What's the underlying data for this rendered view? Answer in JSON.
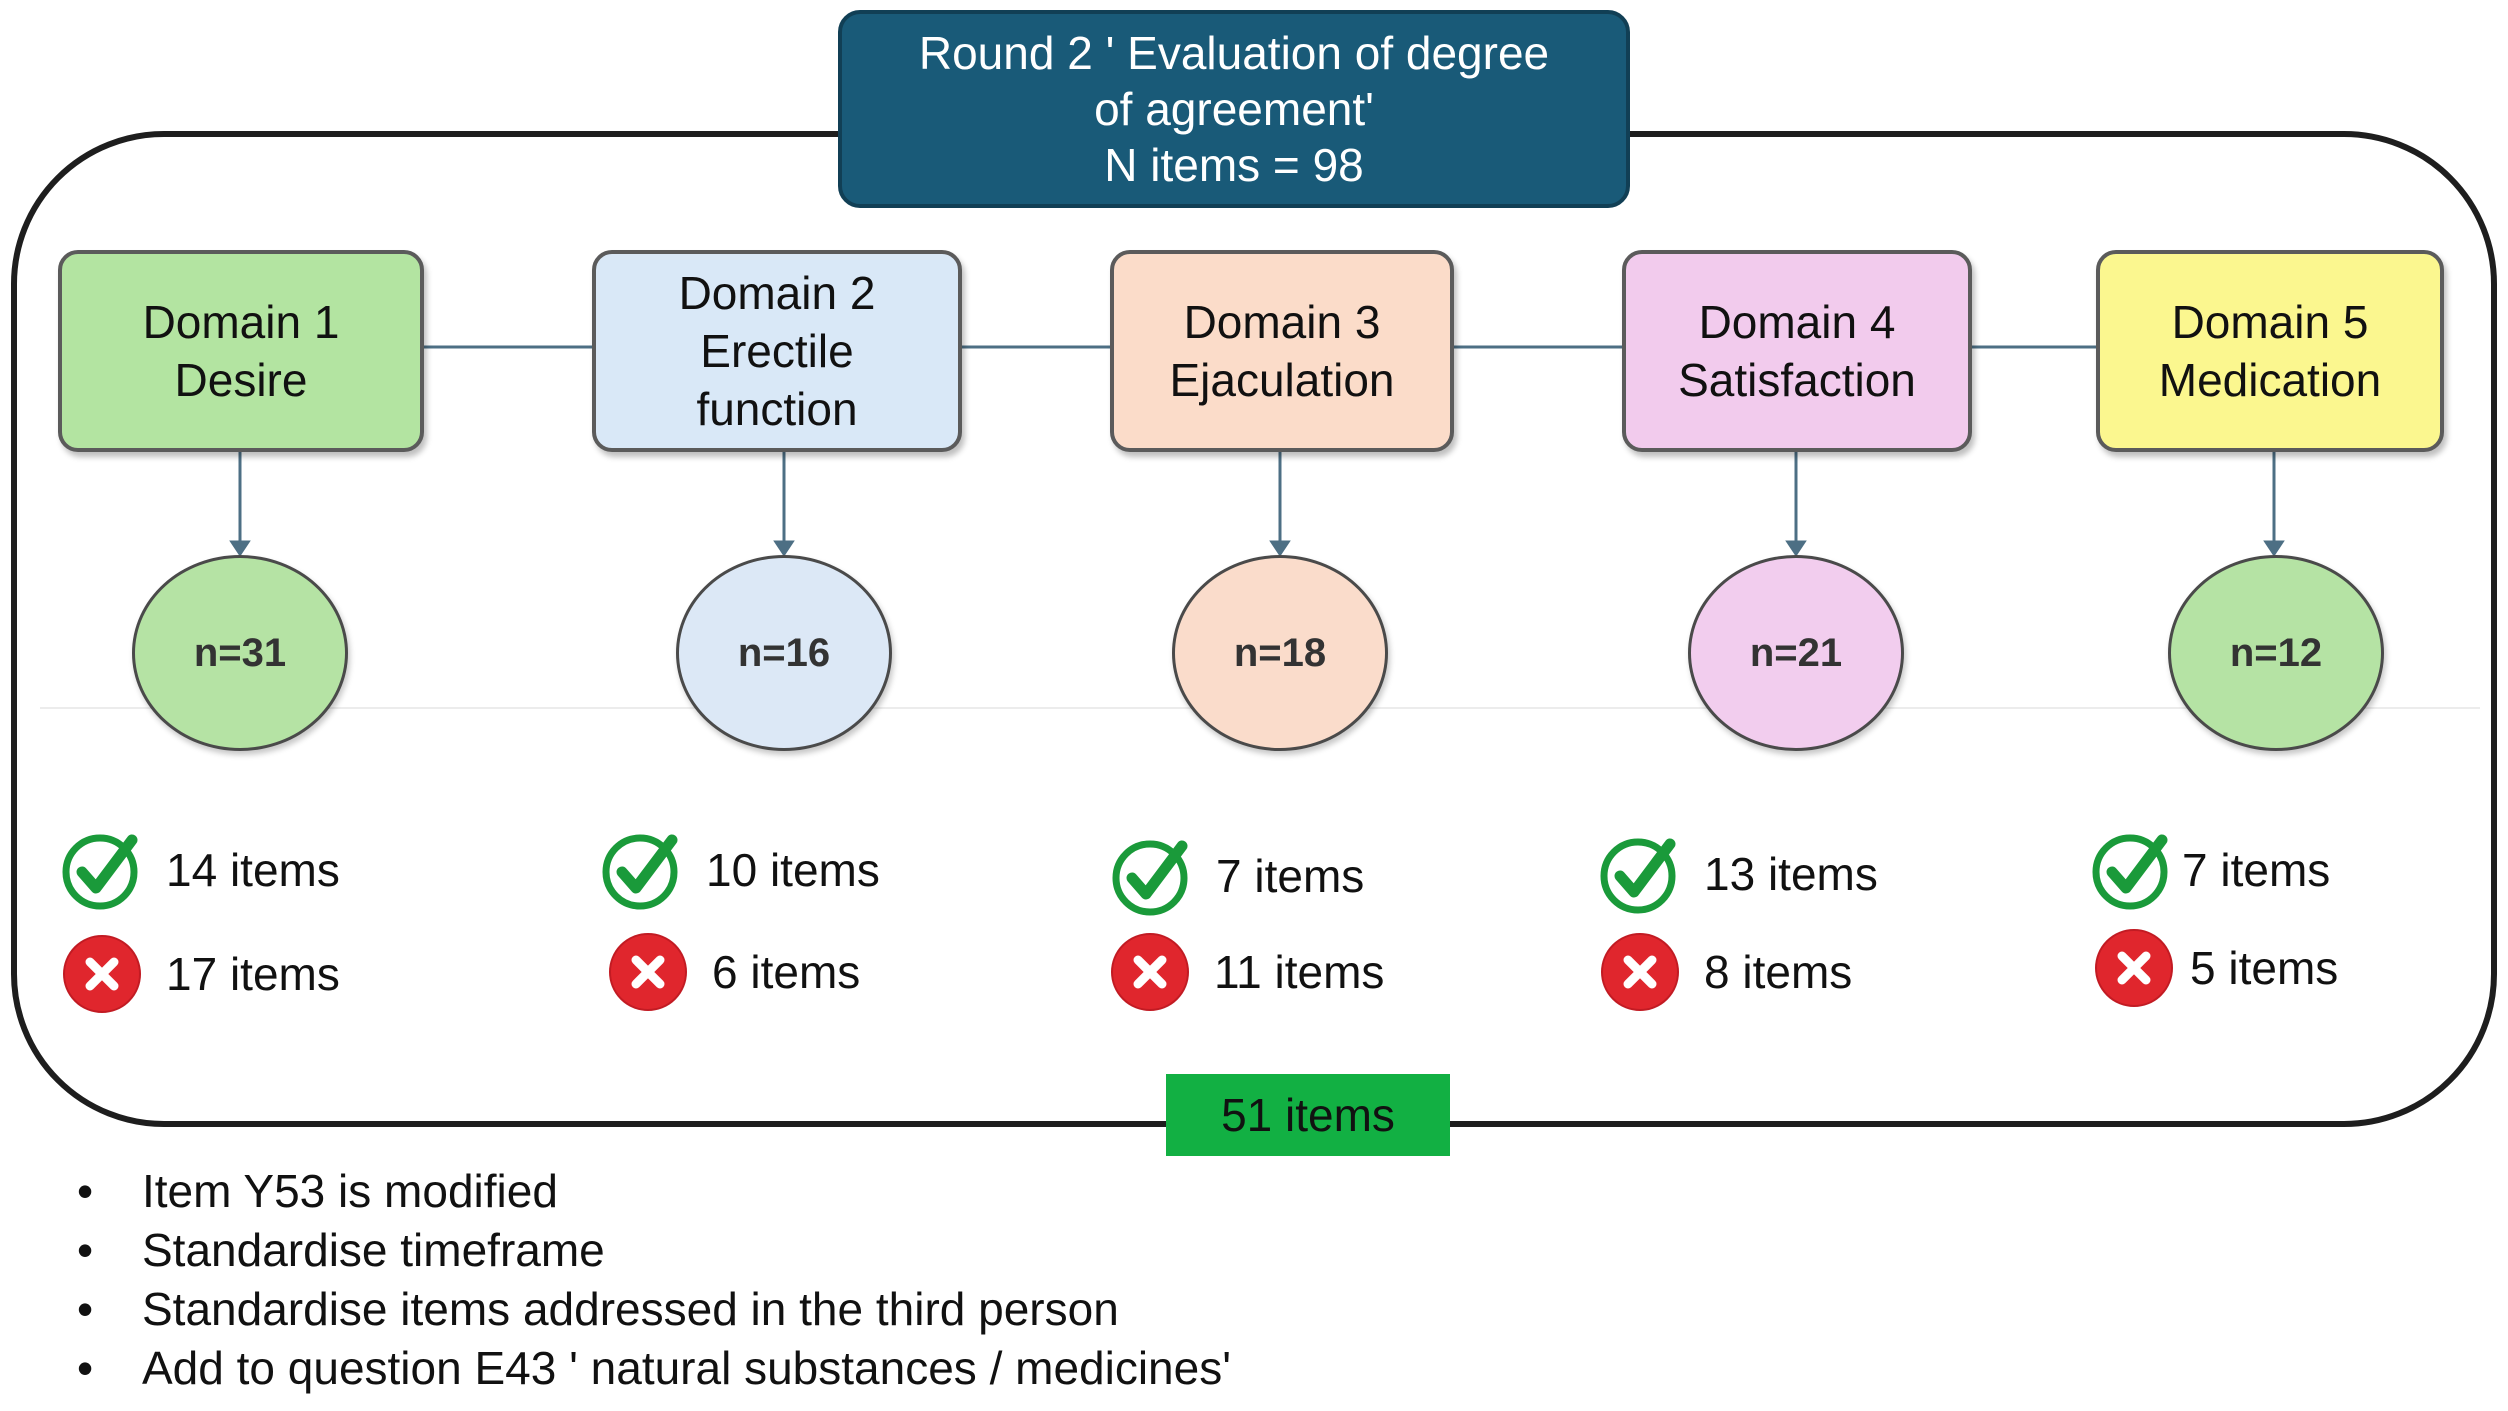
{
  "title": {
    "line1": "Round 2 ' Evaluation of degree",
    "line2": "of agreement'",
    "line3": "N items = 98"
  },
  "colors": {
    "title_bg": "#195a78",
    "accepted": "#1a9a3a",
    "rejected": "#e0262d",
    "total_bg": "#12b043"
  },
  "domains": [
    {
      "line1": "Domain 1",
      "line2": "Desire",
      "line3": "",
      "count": "n=31",
      "accepted": "14 items",
      "rejected": "17 items",
      "fill": "#b3e4a1",
      "circle_fill": "#b5e3a4"
    },
    {
      "line1": "Domain 2",
      "line2": "Erectile",
      "line3": "function",
      "count": "n=16",
      "accepted": "10 items",
      "rejected": "6 items",
      "fill": "#d9e8f7",
      "circle_fill": "#dce8f6"
    },
    {
      "line1": "Domain 3",
      "line2": "Ejaculation",
      "line3": "",
      "count": "n=18",
      "accepted": "7 items",
      "rejected": "11 items",
      "fill": "#fbdcc9",
      "circle_fill": "#fadccb"
    },
    {
      "line1": "Domain 4",
      "line2": "Satisfaction",
      "line3": "",
      "count": "n=21",
      "accepted": "13 items",
      "rejected": "8 items",
      "fill": "#f2cbed",
      "circle_fill": "#f2cdee"
    },
    {
      "line1": "Domain 5",
      "line2": "Medication",
      "line3": "",
      "count": "n=12",
      "accepted": "7 items",
      "rejected": "5 items",
      "fill": "#fbf78f",
      "circle_fill": "#b5e3a4"
    }
  ],
  "total": "51 items",
  "notes": {
    "bullet": "•",
    "items": [
      "Item Y53 is modified",
      "Standardise timeframe",
      "Standardise items addressed in the third person",
      "Add to question E43 ' natural substances / medicines'"
    ]
  },
  "icons": {
    "accepted": "check-circle-icon",
    "rejected": "cross-circle-icon"
  }
}
